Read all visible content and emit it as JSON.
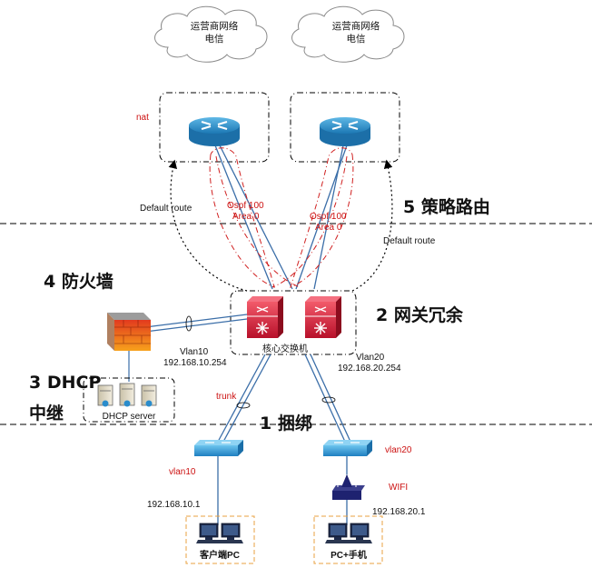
{
  "clouds": [
    {
      "line1": "运营商网络",
      "line2": "电信"
    },
    {
      "line1": "运营商网络",
      "line2": "电信"
    }
  ],
  "labels": {
    "nat": "nat",
    "default_route_left": "Default route",
    "default_route_right": "Default route",
    "ospf_left_1": "Ospf 100",
    "ospf_left_2": "Area 0",
    "ospf_right_1": "Ospf 100",
    "ospf_right_2": "Area 0",
    "core_switch": "核心交换机",
    "vlan10_gw": "Vlan10",
    "vlan10_gw_ip": "192.168.10.254",
    "vlan20_gw": "Vlan20",
    "vlan20_gw_ip": "192.168.20.254",
    "dhcp_server": "DHCP server",
    "trunk": "trunk",
    "vlan10": "vlan10",
    "vlan20": "vlan20",
    "wifi": "WIFI",
    "ip_pc10": "192.168.10.1",
    "ip_pc20": "192.168.20.1",
    "client_pc": "客户端PC",
    "pc_phone": "PC+手机"
  },
  "callouts": {
    "policy_routing": "5 策略路由",
    "firewall": "4 防火墙",
    "gateway_redundancy": "2 网关冗余",
    "dhcp_relay_1": "3 DHCP",
    "dhcp_relay_2": "中继",
    "bonding": "1 捆绑"
  },
  "colors": {
    "label_red": "#cc1111",
    "device_blue": "#2a8ccc",
    "switch_red": "#d8263a",
    "link_blue": "#3b6ea8"
  }
}
